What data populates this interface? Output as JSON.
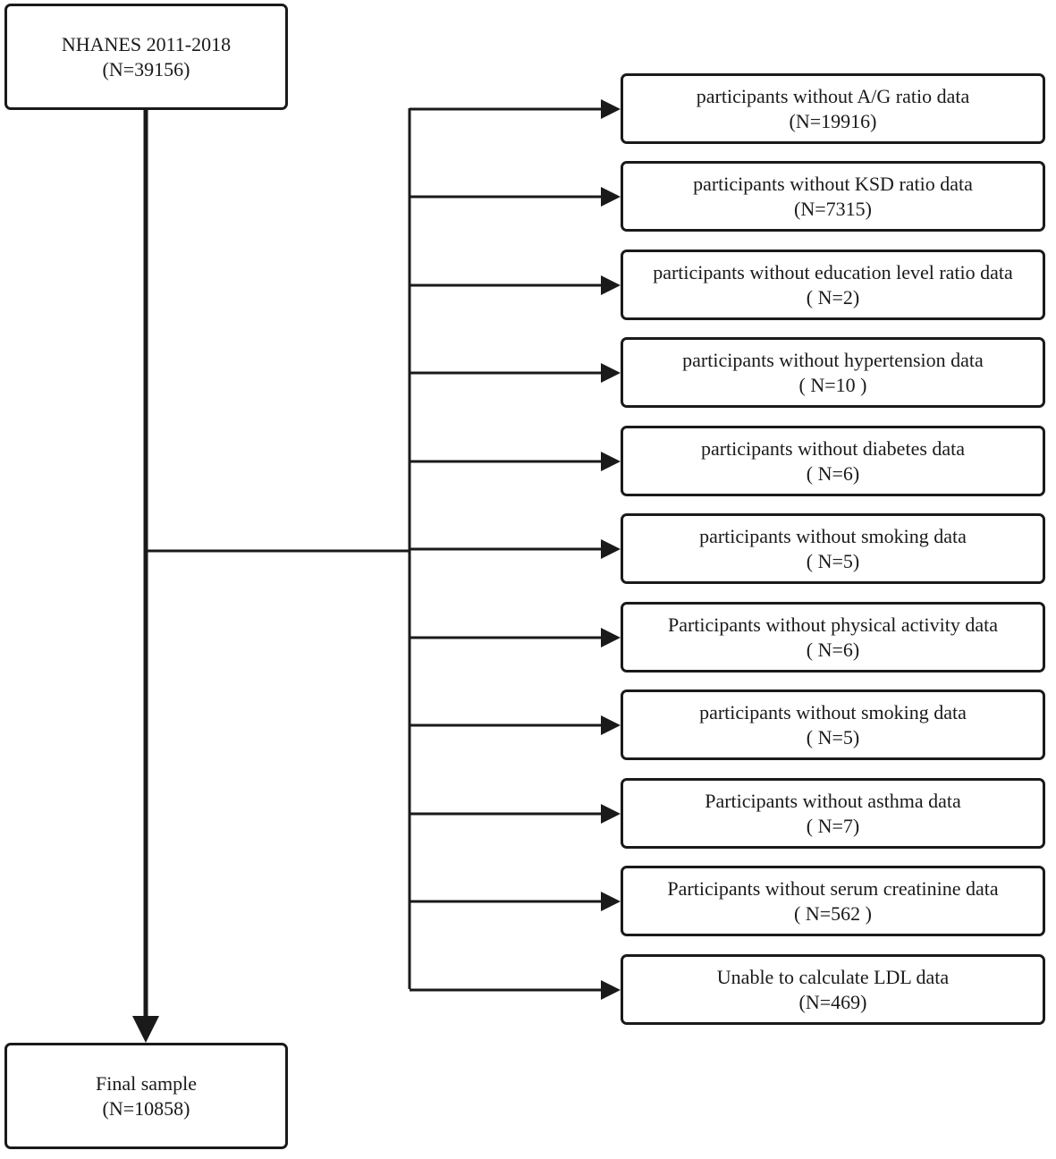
{
  "start": {
    "title": "NHANES 2011-2018",
    "count": "(N=39156)"
  },
  "exclusions": [
    {
      "label": "participants without A/G ratio data",
      "count": "(N=19916)"
    },
    {
      "label": "participants without KSD ratio data",
      "count": "(N=7315)"
    },
    {
      "label": "participants without education level ratio data",
      "count": "( N=2)"
    },
    {
      "label": "participants without hypertension data",
      "count": "( N=10 )"
    },
    {
      "label": "participants without diabetes data",
      "count": "( N=6)"
    },
    {
      "label": "participants without smoking data",
      "count": "( N=5)"
    },
    {
      "label": "Participants without physical activity data",
      "count": "( N=6)"
    },
    {
      "label": "participants without smoking data",
      "count": "( N=5)"
    },
    {
      "label": "Participants without asthma data",
      "count": "( N=7)"
    },
    {
      "label": "Participants without serum creatinine data",
      "count": "( N=562 )"
    },
    {
      "label": "Unable to calculate LDL data",
      "count": "(N=469)"
    }
  ],
  "final": {
    "title": "Final sample",
    "count": "(N=10858)"
  }
}
